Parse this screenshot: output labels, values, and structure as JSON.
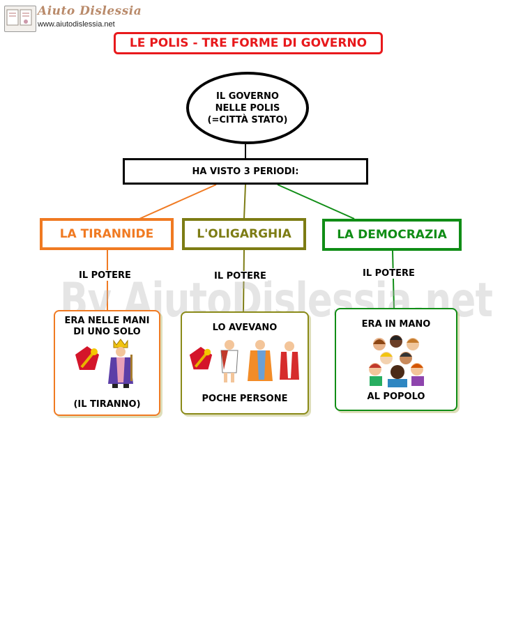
{
  "header": {
    "logo_title": "Aiuto Dislessia",
    "logo_url": "www.aiutodislessia.net"
  },
  "title": "LE POLIS - TRE FORME DI GOVERNO",
  "root": {
    "line1": "IL GOVERNO",
    "line2": "NELLE POLIS",
    "line3": "(=CITTÀ STATO)"
  },
  "periods_label": "HA VISTO 3 PERIODI:",
  "colors": {
    "title": "#e8191c",
    "tirannide": "#f07a22",
    "oligarchia": "#7d7c14",
    "democrazia": "#108d16"
  },
  "branches": [
    {
      "name": "LA TIRANNIDE",
      "connector": "IL POTERE",
      "text_top_1": "ERA NELLE MANI",
      "text_top_2": "DI UNO SOLO",
      "text_bottom": "(IL TIRANNO)",
      "icons": [
        "power-pentagon-icon",
        "king-icon"
      ]
    },
    {
      "name": "L'OLIGARGHIA",
      "connector": "IL POTERE",
      "text_top_1": "LO AVEVANO",
      "text_bottom": "POCHE PERSONE",
      "icons": [
        "power-pentagon-icon",
        "roman-citizens-icon"
      ]
    },
    {
      "name": "LA DEMOCRAZIA",
      "connector": "IL POTERE",
      "text_top_1": "ERA IN MANO",
      "text_bottom": "AL POPOLO",
      "icons": [
        "crowd-icon"
      ]
    }
  ],
  "watermark": "By AiutoDislessia.net"
}
